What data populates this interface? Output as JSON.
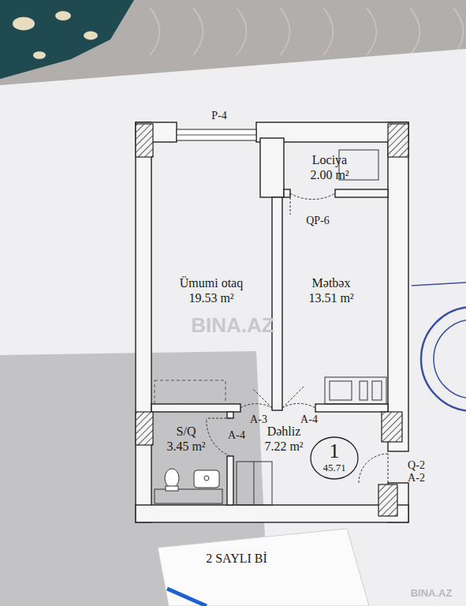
{
  "diagram": {
    "nodes": [
      {
        "text": [
          "Lociya",
          "2.00 m²"
        ]
      },
      {
        "text": [
          "Ümumi otaq",
          "19.53 m²"
        ]
      },
      {
        "text": [
          "Mətbəx",
          "13.51 m²"
        ]
      },
      {
        "text": [
          "S/Q",
          "3.45 m²"
        ]
      },
      {
        "text": [
          "Dəhliz",
          "7.22 m²"
        ]
      },
      {
        "text": [
          "1",
          "45.71"
        ]
      }
    ],
    "edges": [],
    "labels": [
      "P-4",
      "QP-6",
      "A-3",
      "A-4",
      "A-4",
      "Q-2",
      "A-2",
      "2 SAYLI Bİ",
      "BINA.AZ",
      "BINA.AZ"
    ]
  }
}
